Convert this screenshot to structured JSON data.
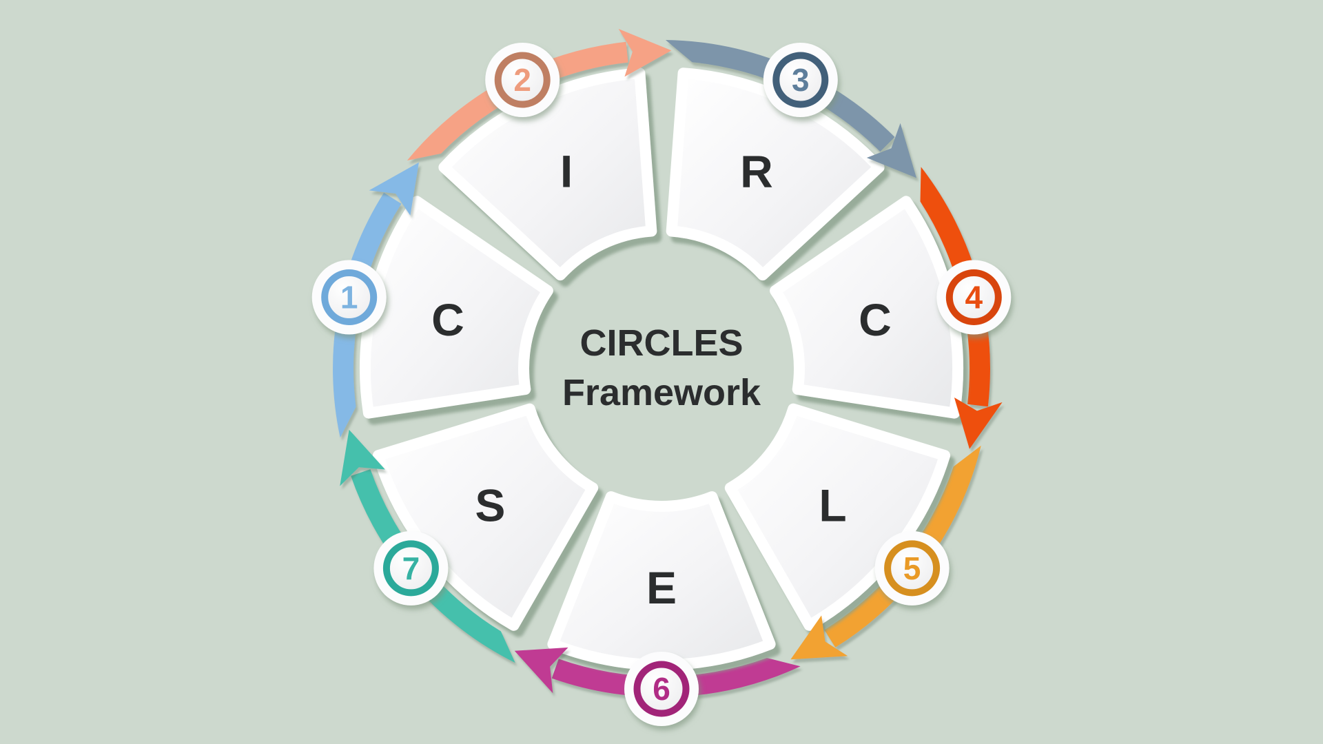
{
  "title": {
    "line1": "CIRCLES",
    "line2": "Framework"
  },
  "colors": {
    "background": "#cdd9ce",
    "text": "#2b2d2e",
    "segment_rim": "#ffffff"
  },
  "items": [
    {
      "number": "1",
      "letter": "C",
      "arc_color": "#85b9e6",
      "ring_color": "#6fa9da",
      "number_color": "#7db3e0"
    },
    {
      "number": "2",
      "letter": "I",
      "arc_color": "#f6a285",
      "ring_color": "#bf7f63",
      "number_color": "#ee9c7d"
    },
    {
      "number": "3",
      "letter": "R",
      "arc_color": "#7d95aa",
      "ring_color": "#42607a",
      "number_color": "#5e7e9b"
    },
    {
      "number": "4",
      "letter": "C",
      "arc_color": "#ee500f",
      "ring_color": "#d8450d",
      "number_color": "#e84d10"
    },
    {
      "number": "5",
      "letter": "L",
      "arc_color": "#f2a233",
      "ring_color": "#d68f1f",
      "number_color": "#e99a26"
    },
    {
      "number": "6",
      "letter": "E",
      "arc_color": "#c03a93",
      "ring_color": "#a12478",
      "number_color": "#b02c85"
    },
    {
      "number": "7",
      "letter": "S",
      "arc_color": "#45c0ac",
      "ring_color": "#2ba99a",
      "number_color": "#36b2a3"
    }
  ]
}
